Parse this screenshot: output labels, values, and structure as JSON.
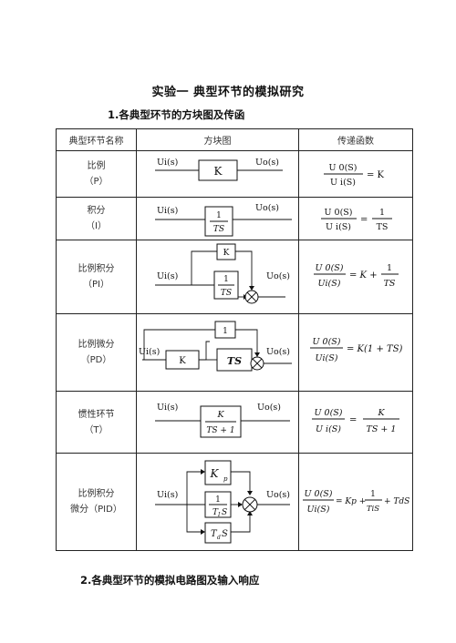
{
  "title": "实验一   典型环节的模拟研究",
  "section1": "1.各典型环节的方块图及传函",
  "section2": "2.各典型环节的模拟电路图及输入响应",
  "headers": [
    "典型环节名称",
    "方块图",
    "传递函数"
  ],
  "signals": {
    "input": "Ui(s)",
    "output": "Uo(s)"
  },
  "rows": [
    {
      "name": "比例",
      "abbr": "（P）",
      "blocks": [
        "K"
      ],
      "tf": {
        "num": "U 0(S)",
        "den": "U i(S)",
        "rhs": "= K"
      }
    },
    {
      "name": "积分",
      "abbr": "（I）",
      "blocks": [
        "1",
        "TS"
      ],
      "tf": {
        "num": "U 0(S)",
        "den": "U i(S)",
        "eq": "=",
        "rnum": "1",
        "rden": "TS"
      }
    },
    {
      "name": "比例积分",
      "abbr": "（PI）",
      "blocks": [
        "K",
        "1",
        "TS"
      ],
      "tf": {
        "num": "U 0(S)",
        "den": "Ui(S)",
        "eq": "= K +",
        "rnum": "1",
        "rden": "TS"
      }
    },
    {
      "name": "比例微分",
      "abbr": "（PD）",
      "blocks": [
        "1",
        "K",
        "TS"
      ],
      "tf": {
        "num": "U 0(S)",
        "den": "Ui(S)",
        "rhs": "= K(1 + TS)"
      }
    },
    {
      "name": "惯性环节",
      "abbr": "（T）",
      "blocks": [
        "K",
        "TS + 1"
      ],
      "tf": {
        "num": "U 0(S)",
        "den": "U i(S)",
        "eq": "=",
        "rnum": "K",
        "rden": "TS + 1"
      }
    },
    {
      "name": "比例积分",
      "abbr": "微分（PID）",
      "blocks": [
        "K",
        "p",
        "1",
        "T",
        "I",
        "S",
        "T",
        "d",
        "S"
      ],
      "tf": {
        "num": "U 0(S)",
        "den": "Ui(S)",
        "eq": "= Kp +",
        "rnum": "1",
        "rden": "TiS",
        "tail": "+ TdS"
      }
    }
  ]
}
